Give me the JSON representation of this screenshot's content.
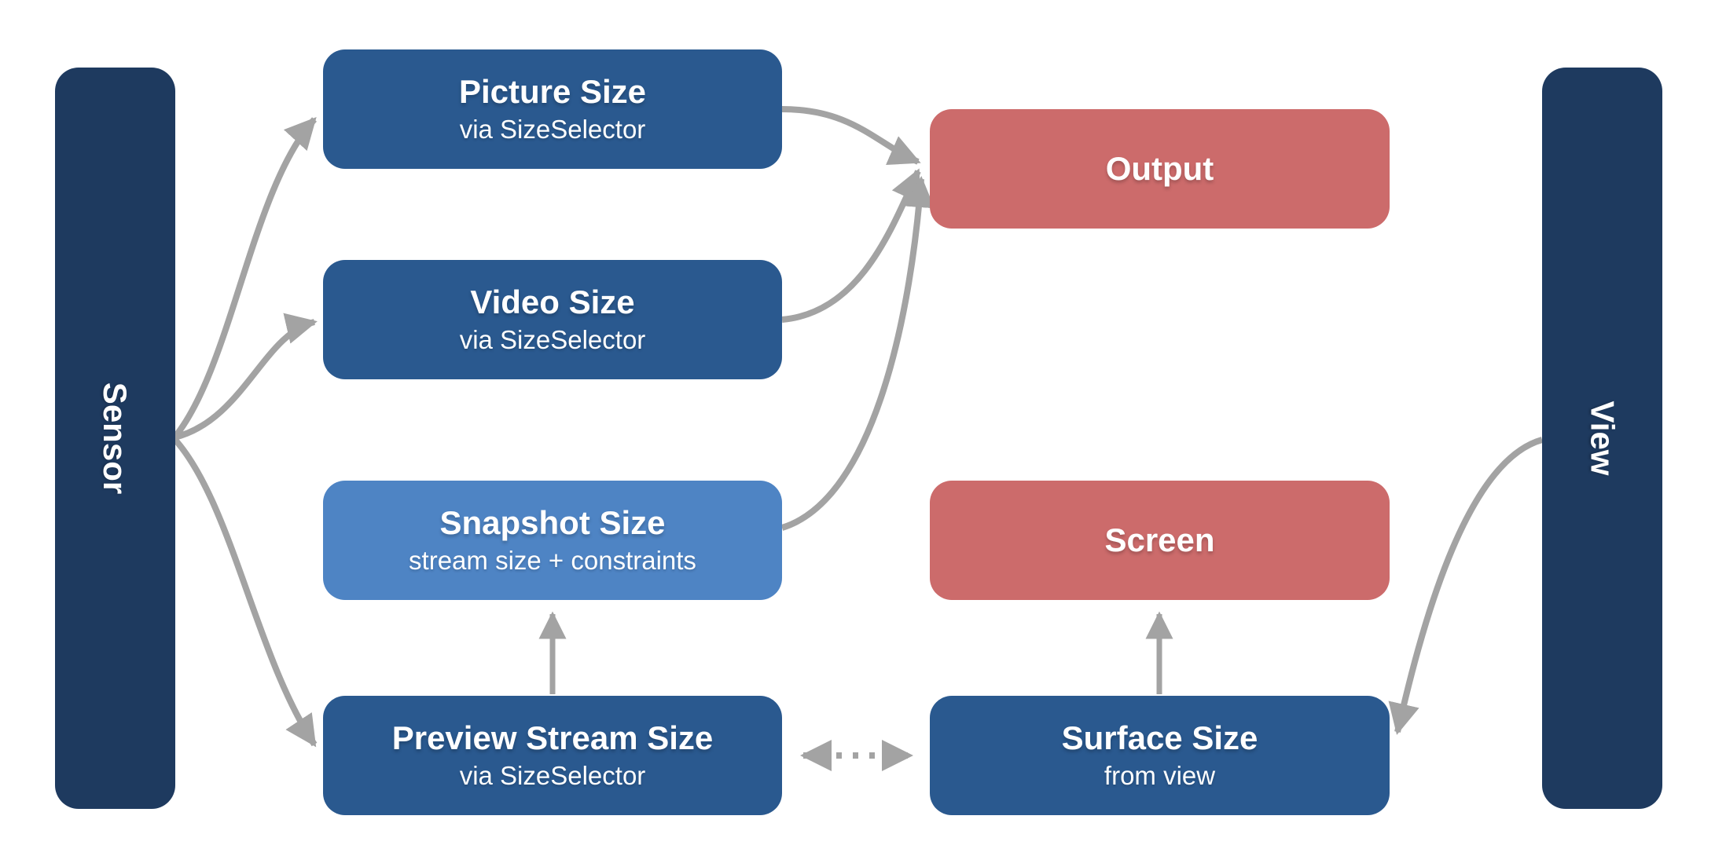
{
  "colors": {
    "navy": "#1e3a5f",
    "blue": "#2a598f",
    "lightblue": "#4e84c4",
    "red": "#cc6b6b",
    "arrow": "#a3a3a3",
    "text": "#ffffff"
  },
  "sidebars": {
    "sensor": {
      "label": "Sensor"
    },
    "view": {
      "label": "View"
    }
  },
  "nodes": {
    "picture": {
      "title": "Picture Size",
      "subtitle": "via SizeSelector",
      "variant": "blue"
    },
    "video": {
      "title": "Video Size",
      "subtitle": "via SizeSelector",
      "variant": "blue"
    },
    "snapshot": {
      "title": "Snapshot Size",
      "subtitle": "stream size + constraints",
      "variant": "lightblue"
    },
    "preview": {
      "title": "Preview Stream Size",
      "subtitle": "via SizeSelector",
      "variant": "blue"
    },
    "output": {
      "title": "Output",
      "subtitle": "",
      "variant": "red"
    },
    "screen": {
      "title": "Screen",
      "subtitle": "",
      "variant": "red"
    },
    "surface": {
      "title": "Surface Size",
      "subtitle": "from view",
      "variant": "blue"
    }
  },
  "edges": [
    {
      "from": "sensor",
      "to": "picture",
      "style": "solid",
      "direction": "one-way"
    },
    {
      "from": "sensor",
      "to": "video",
      "style": "solid",
      "direction": "one-way"
    },
    {
      "from": "sensor",
      "to": "preview",
      "style": "solid",
      "direction": "one-way"
    },
    {
      "from": "picture",
      "to": "output",
      "style": "solid",
      "direction": "one-way"
    },
    {
      "from": "video",
      "to": "output",
      "style": "solid",
      "direction": "one-way"
    },
    {
      "from": "snapshot",
      "to": "output",
      "style": "solid",
      "direction": "one-way"
    },
    {
      "from": "preview",
      "to": "snapshot",
      "style": "solid",
      "direction": "one-way"
    },
    {
      "from": "preview",
      "to": "surface",
      "style": "dotted",
      "direction": "two-way"
    },
    {
      "from": "surface",
      "to": "screen",
      "style": "solid",
      "direction": "one-way"
    },
    {
      "from": "view",
      "to": "surface",
      "style": "solid",
      "direction": "one-way"
    }
  ]
}
